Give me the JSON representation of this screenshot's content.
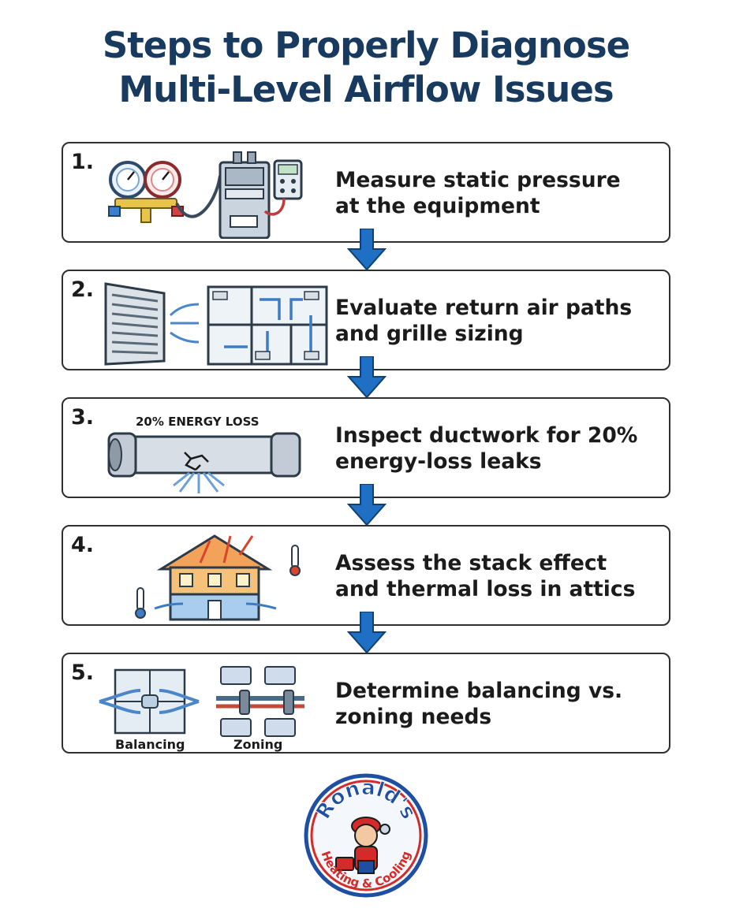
{
  "title": {
    "line1": "Steps to Properly Diagnose",
    "line2": "Multi-Level Airflow Issues"
  },
  "steps": [
    {
      "number": "1.",
      "line1": "Measure static pressure",
      "line2": "at the equipment",
      "icon": "pressure-gauge-furnace-icon"
    },
    {
      "number": "2.",
      "line1": "Evaluate return air paths",
      "line2": "and grille sizing",
      "icon": "return-grille-floorplan-icon"
    },
    {
      "number": "3.",
      "line1": "Inspect ductwork for 20%",
      "line2": "energy-loss leaks",
      "icon": "leaking-duct-icon",
      "illustration_caption": "20% ENERGY LOSS"
    },
    {
      "number": "4.",
      "line1": "Assess the stack effect",
      "line2": "and thermal loss in attics",
      "icon": "house-thermometer-icon"
    },
    {
      "number": "5.",
      "line1": "Determine balancing vs.",
      "line2": "zoning needs",
      "icon": "balancing-zoning-icon",
      "caption_left": "Balancing",
      "caption_right": "Zoning"
    }
  ],
  "logo": {
    "top_text": "Ronald's",
    "bottom_text": "Heating & Cooling",
    "icon": "technician-mascot-icon"
  },
  "colors": {
    "title": "#173a5e",
    "arrow": "#1f6fc4",
    "box_border": "#2f2f2f",
    "logo_red": "#d42a2a",
    "logo_blue": "#1e4fa3"
  }
}
